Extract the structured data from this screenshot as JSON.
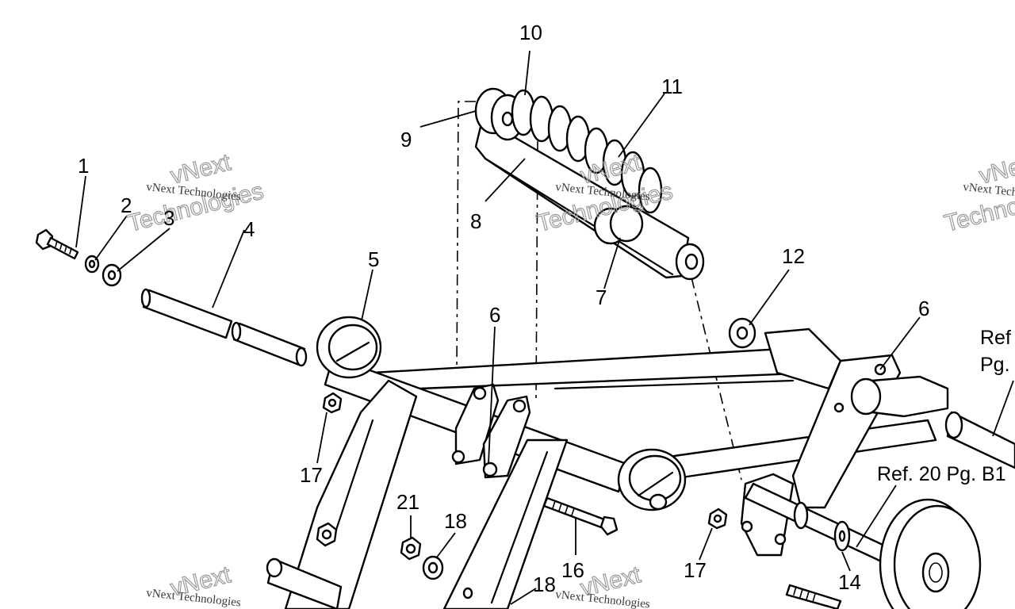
{
  "callouts": {
    "c1": "1",
    "c2": "2",
    "c3": "3",
    "c4": "4",
    "c5": "5",
    "c6a": "6",
    "c6b": "6",
    "c7": "7",
    "c8": "8",
    "c9": "9",
    "c10": "10",
    "c11": "11",
    "c12": "12",
    "c14": "14",
    "c16": "16",
    "c17a": "17",
    "c17b": "17",
    "c18a": "18",
    "c18b": "18",
    "c21": "21"
  },
  "references": {
    "ref_top_line1": "Ref",
    "ref_top_line2": "Pg.",
    "ref_mid": "Ref. 20 Pg. B1"
  },
  "watermark": {
    "small_text": "vNext Technologies",
    "big_text_1": "vNext",
    "big_text_2": "Technologies"
  }
}
